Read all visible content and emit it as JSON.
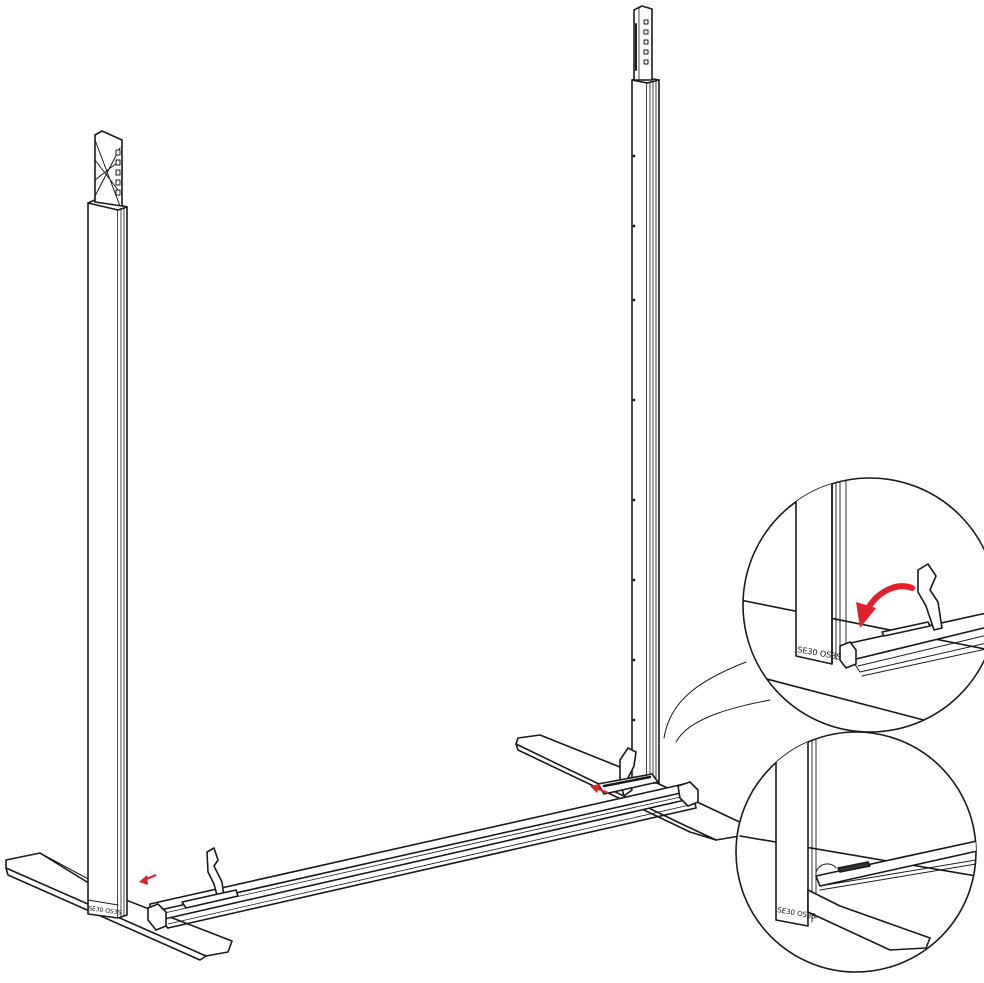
{
  "colors": {
    "line": "#1a1a1a",
    "arrow": "#e0202a",
    "fill": "#ffffff",
    "label_fill": "#111111"
  },
  "labels": {
    "left_leg_code": "SE30 OS3S",
    "detail_top_code": "SE30 OS3S",
    "detail_bottom_code": "SE30 OS3S"
  },
  "icons": {
    "arrow_left_bottom": "red-arrow-left-icon",
    "arrow_left_right_foot": "red-arrow-left-icon",
    "arrow_curved_detail": "red-curved-arrow-icon"
  }
}
